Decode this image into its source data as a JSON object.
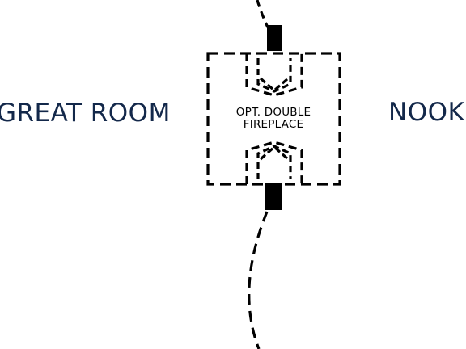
{
  "labels": {
    "great_room": "GREAT ROOM",
    "nook": "NOOK",
    "fireplace_line1": "OPT. DOUBLE",
    "fireplace_line2": "FIREPLACE"
  },
  "colors": {
    "room_label": "#13284a",
    "linework": "#000000",
    "background": "#ffffff"
  }
}
